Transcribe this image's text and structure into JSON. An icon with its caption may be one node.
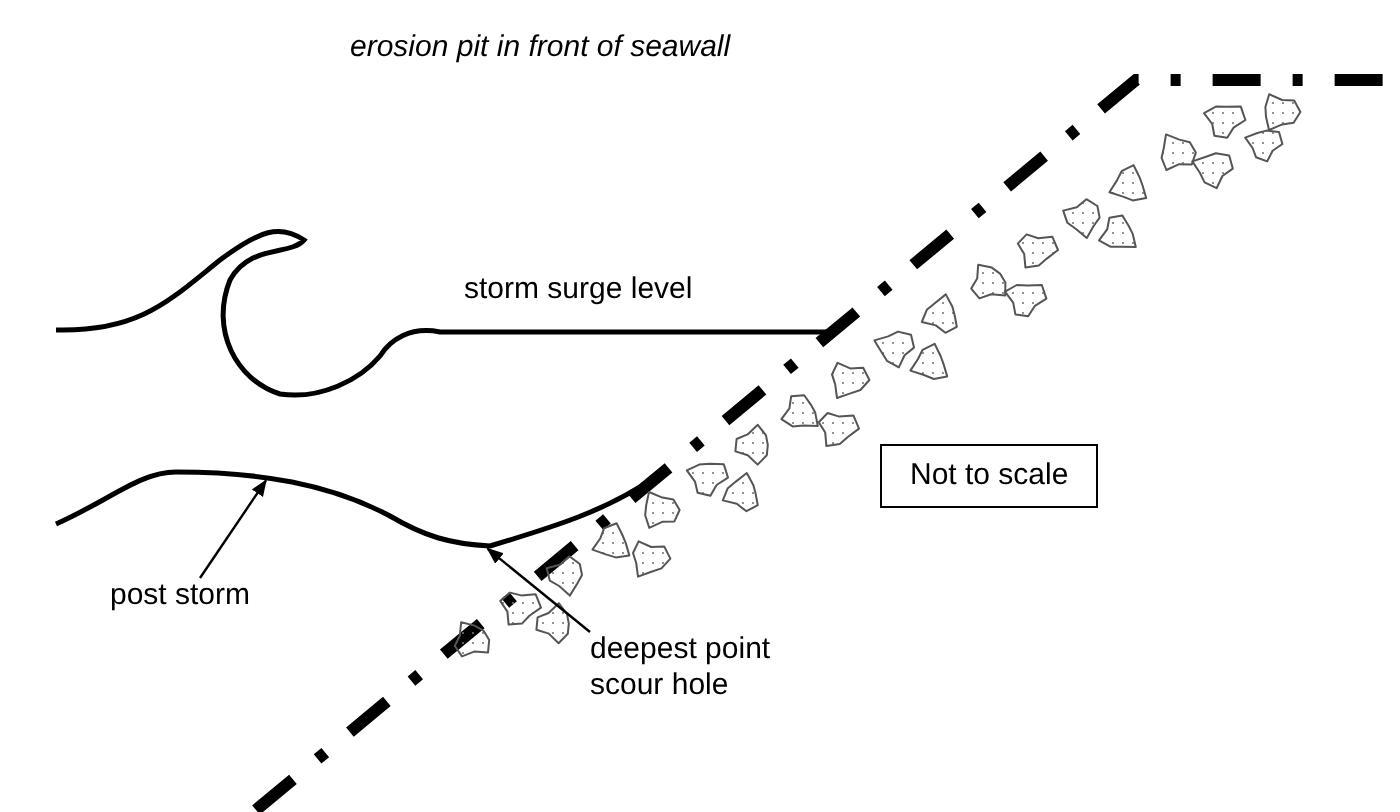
{
  "diagram": {
    "title": "erosion pit in front of seawall",
    "nodes": [
      {
        "text": [
          "post storm"
        ]
      },
      {
        "text": [
          "deepest point scour hole"
        ]
      },
      {
        "text": [
          "Not to scale"
        ]
      },
      {
        "text": [],
        "shape": "line"
      }
    ],
    "edges": [
      {
        "from": 0,
        "to": 3,
        "arrow": "to"
      },
      {
        "from": 1,
        "to": 3,
        "arrow": "to"
      }
    ],
    "labels": [
      "storm surge level"
    ]
  }
}
